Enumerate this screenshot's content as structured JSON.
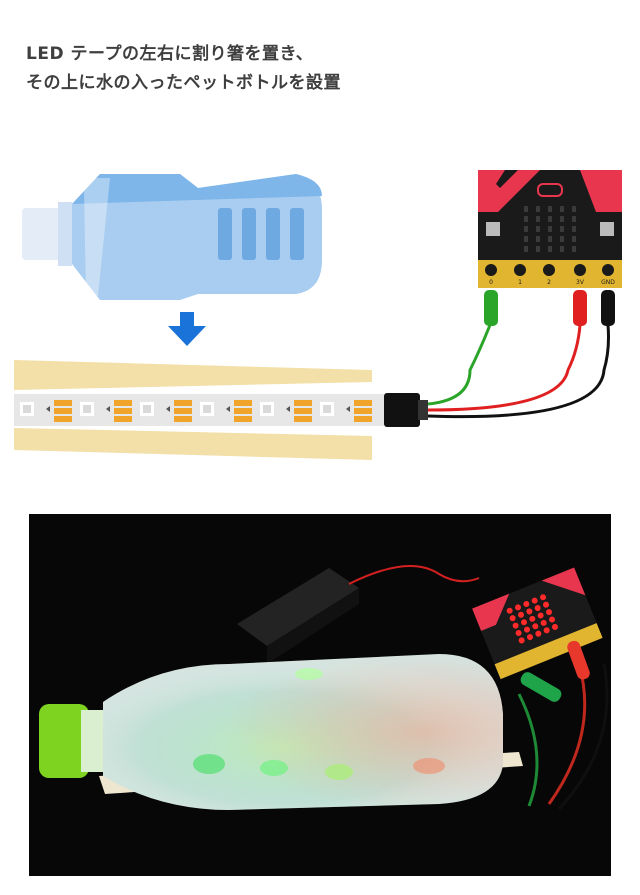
{
  "instruction": {
    "line1": "LED テープの左右に割り箸を置き、",
    "line2": "その上に水の入ったペットボトルを設置"
  },
  "illustration": {
    "pin_labels": [
      "0",
      "1",
      "2",
      "3V",
      "GND"
    ],
    "wire_colors": {
      "signal": "#2aa52a",
      "power": "#e02020",
      "ground": "#111111"
    },
    "arrow_color": "#1a73d9",
    "chopstick_color": "#f3dfa8",
    "led_pad_color": "#f0a42a",
    "microbit_body": "#1a1a1a",
    "microbit_accent": "#e8364f"
  },
  "photo": {
    "background": "#070707"
  }
}
